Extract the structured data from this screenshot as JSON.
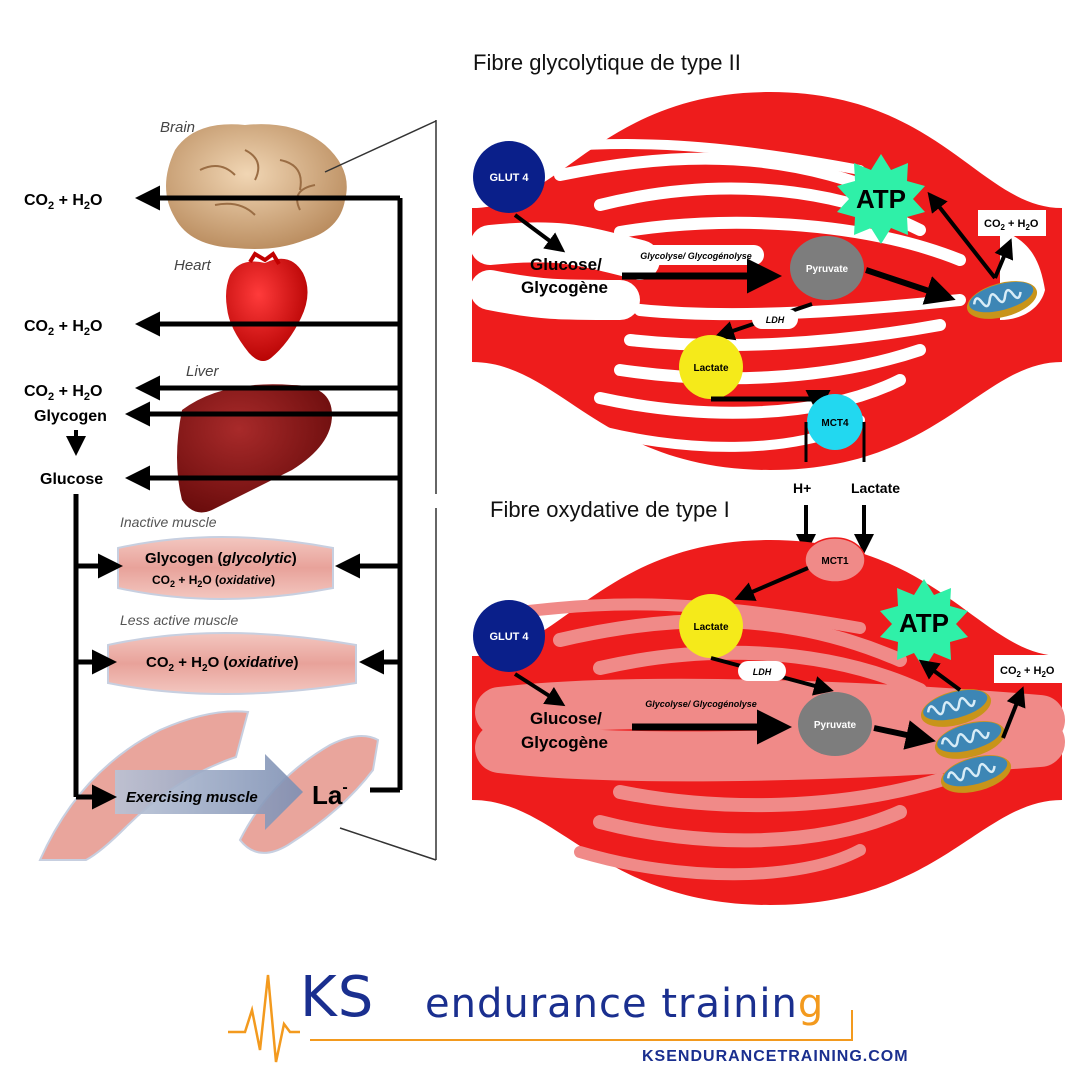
{
  "left_panel": {
    "brain": "Brain",
    "heart": "Heart",
    "liver": "Liver",
    "co2_h2o": "CO",
    "glycogen": "Glycogen",
    "glucose": "Glucose",
    "inactive_muscle": "Inactive muscle",
    "inactive_glycogen": "Glycogen (",
    "glycolytic": "glycolytic",
    "oxidative": "oxidative",
    "less_active_muscle": "Less active muscle",
    "exercising_muscle": "Exercising muscle",
    "lactate_ion": "La"
  },
  "fibre_type2": {
    "title": "Fibre glycolytique de type II",
    "glut4": "GLUT 4",
    "atp": "ATP",
    "co2_h2o": "CO",
    "glucose_line1": "Glucose/",
    "glucose_line2": "Glycogène",
    "glycolyse_label": "Glycolyse/ Glycogénolyse",
    "pyruvate": "Pyruvate",
    "ldh": "LDH",
    "lactate": "Lactate",
    "mct4": "MCT4"
  },
  "transport": {
    "h_plus": "H+",
    "lactate": "Lactate"
  },
  "fibre_type1": {
    "title": "Fibre oxydative de type I",
    "mct1": "MCT1",
    "glut4": "GLUT 4",
    "lactate": "Lactate",
    "ldh": "LDH",
    "atp": "ATP",
    "co2_h2o": "CO",
    "glucose_line1": "Glucose/",
    "glucose_line2": "Glycogène",
    "glycolyse_label": "Glycolyse/ Glycogénolyse",
    "pyruvate": "Pyruvate"
  },
  "brand": {
    "ks": "KS",
    "word": "endurance trainin",
    "word_last": "g",
    "url": "KSENDURANCETRAINING.COM"
  },
  "colors": {
    "muscle_red": "#ee1c1c",
    "pale_fibre": "#f08a88",
    "glut4": "#0a1f8a",
    "pyruvate": "#7d7d7d",
    "lactate": "#f5ea1a",
    "mct4": "#22d8f0",
    "atp": "#2ff0a8",
    "brand_blue": "#1a2f8f",
    "brand_orange": "#f39a1e"
  }
}
